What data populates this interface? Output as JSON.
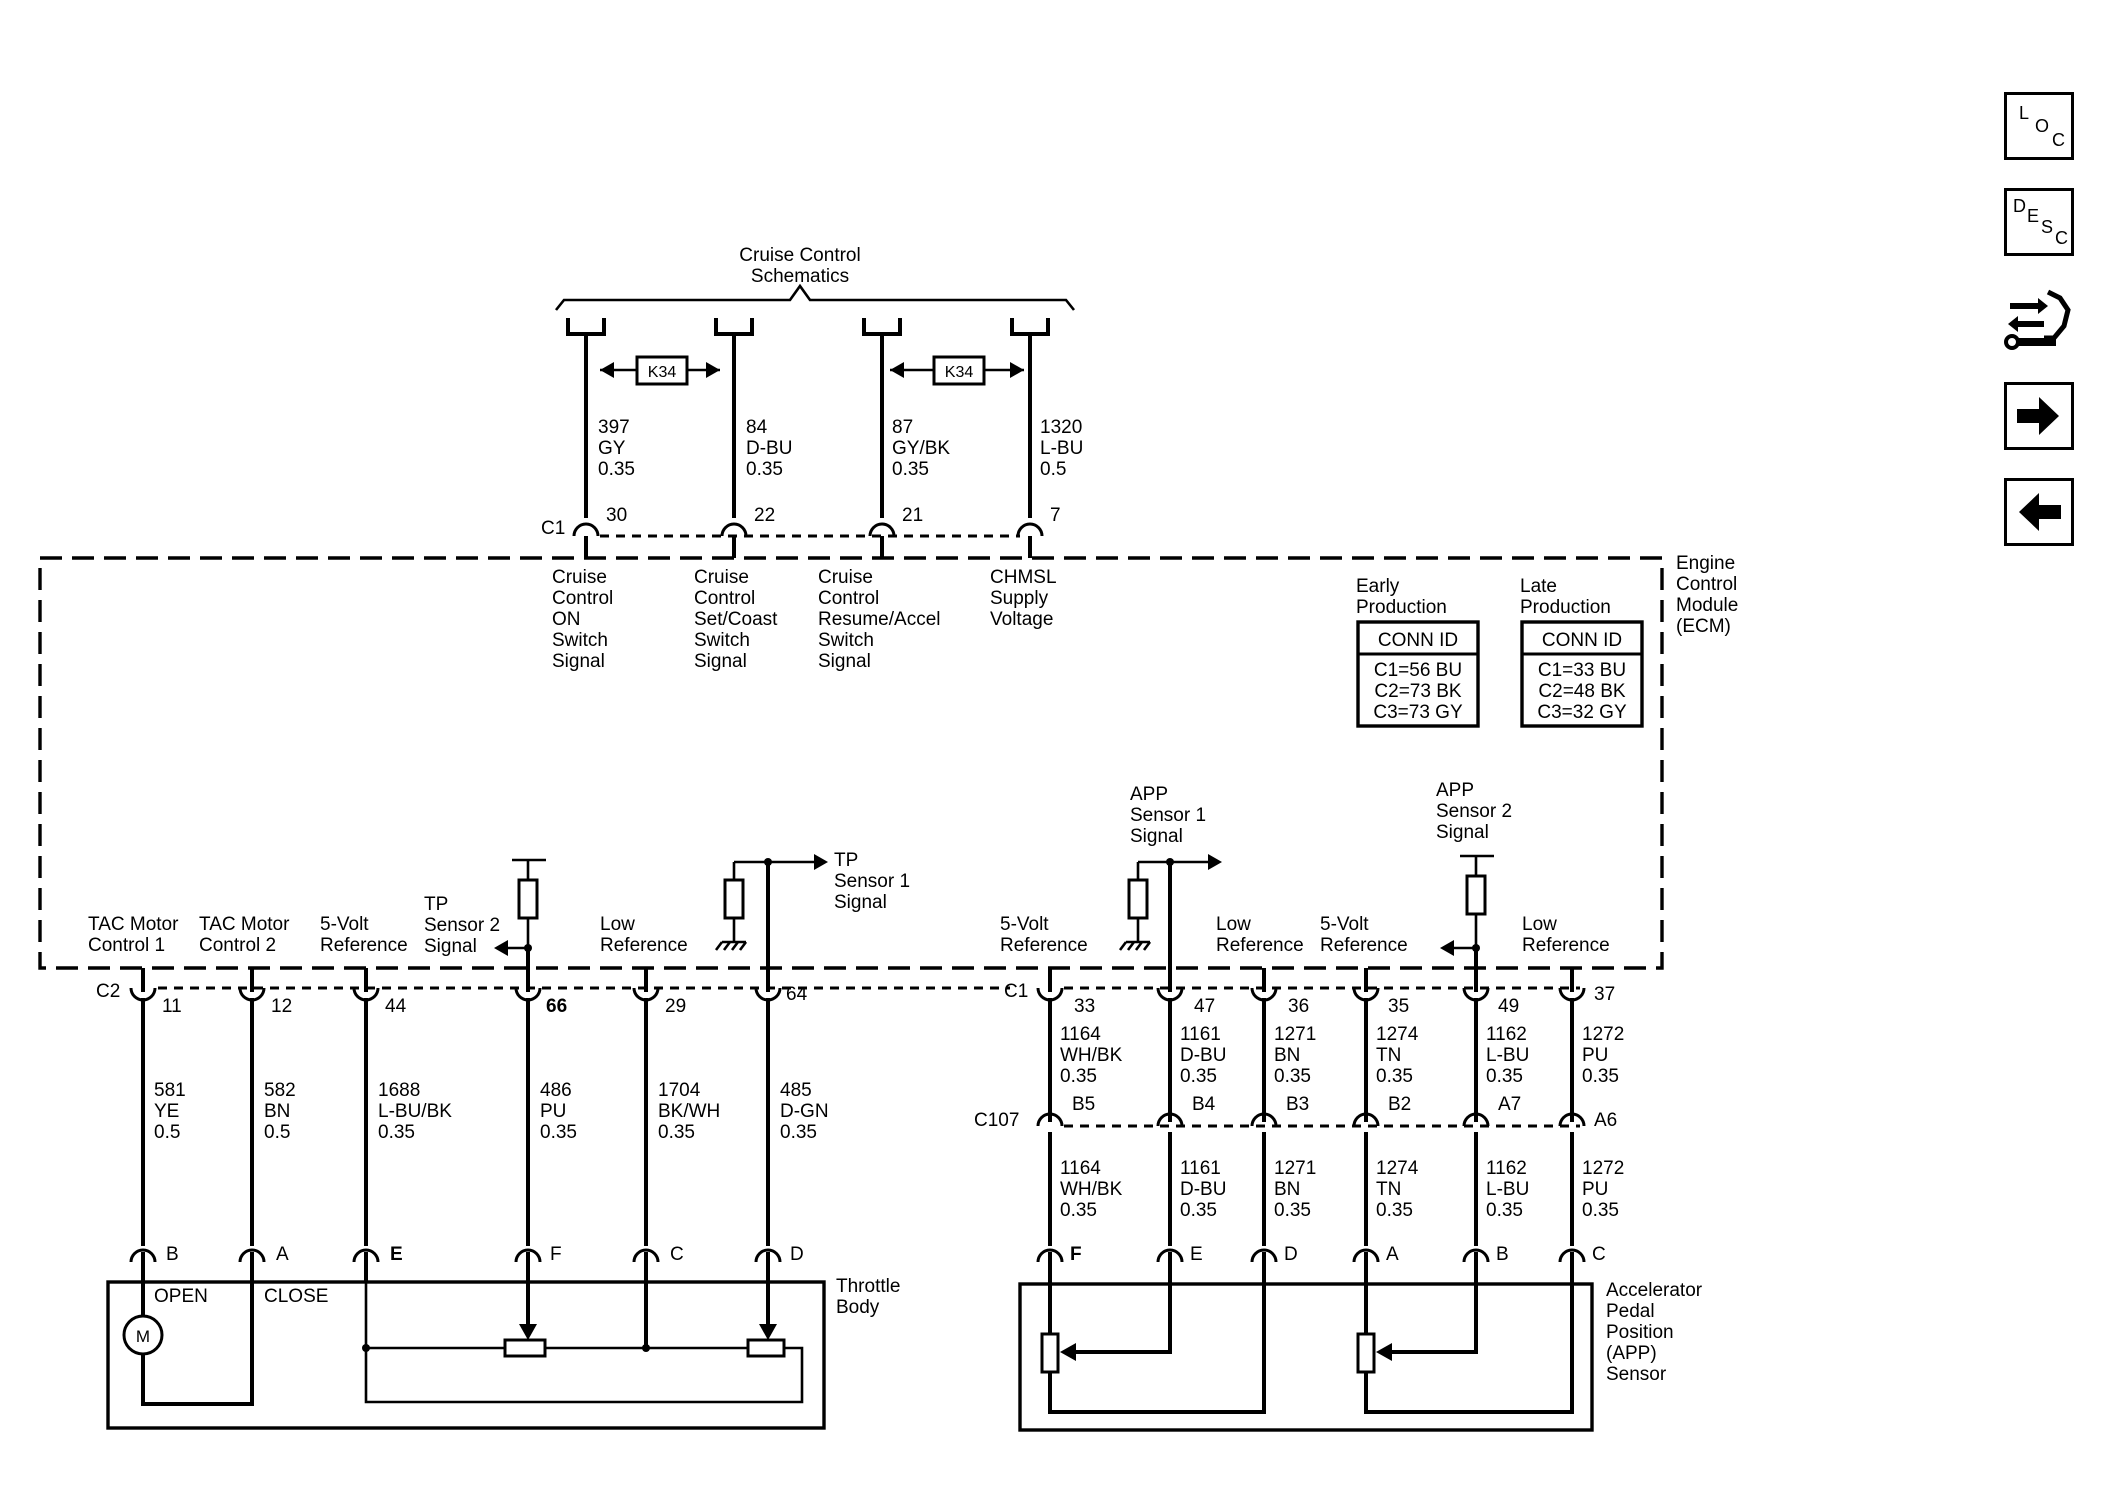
{
  "title": {
    "line1": "Cruise Control",
    "line2": "Schematics"
  },
  "k34": "K34",
  "ecm_label": [
    "Engine",
    "Control",
    "Module",
    "(ECM)"
  ],
  "c1_top": {
    "connector": "C1",
    "pins": [
      "30",
      "22",
      "21",
      "7"
    ]
  },
  "top_wires": [
    {
      "circuit": "397",
      "color": "GY",
      "gauge": "0.35"
    },
    {
      "circuit": "84",
      "color": "D-BU",
      "gauge": "0.35"
    },
    {
      "circuit": "87",
      "color": "GY/BK",
      "gauge": "0.35"
    },
    {
      "circuit": "1320",
      "color": "L-BU",
      "gauge": "0.5"
    }
  ],
  "top_signals": [
    [
      "Cruise",
      "Control",
      "ON",
      "Switch",
      "Signal"
    ],
    [
      "Cruise",
      "Control",
      "Set/Coast",
      "Switch",
      "Signal"
    ],
    [
      "Cruise",
      "Control",
      "Resume/Accel",
      "Switch",
      "Signal"
    ],
    [
      "CHMSL",
      "Supply",
      "Voltage"
    ]
  ],
  "conn_tables": [
    {
      "heading": [
        "Early",
        "Production"
      ],
      "title": "CONN ID",
      "rows": [
        "C1=56 BU",
        "C2=73 BK",
        "C3=73 GY"
      ]
    },
    {
      "heading": [
        "Late",
        "Production"
      ],
      "title": "CONN ID",
      "rows": [
        "C1=33 BU",
        "C2=48 BK",
        "C3=32 GY"
      ]
    }
  ],
  "left_signals": {
    "tac1": [
      "TAC Motor",
      "Control 1"
    ],
    "tac2": [
      "TAC Motor",
      "Control 2"
    ],
    "ref5v": [
      "5-Volt",
      "Reference"
    ],
    "tp2": [
      "TP",
      "Sensor 2",
      "Signal"
    ],
    "lowref": [
      "Low",
      "Reference"
    ],
    "tp1": [
      "TP",
      "Sensor 1",
      "Signal"
    ]
  },
  "c2": {
    "connector": "C2",
    "pins": [
      "11",
      "12",
      "44",
      "66",
      "29",
      "64"
    ]
  },
  "left_wires": [
    {
      "circuit": "581",
      "color": "YE",
      "gauge": "0.5"
    },
    {
      "circuit": "582",
      "color": "BN",
      "gauge": "0.5"
    },
    {
      "circuit": "1688",
      "color": "L-BU/BK",
      "gauge": "0.35"
    },
    {
      "circuit": "486",
      "color": "PU",
      "gauge": "0.35"
    },
    {
      "circuit": "1704",
      "color": "BK/WH",
      "gauge": "0.35"
    },
    {
      "circuit": "485",
      "color": "D-GN",
      "gauge": "0.35"
    }
  ],
  "throttle_pins": [
    "B",
    "A",
    "E",
    "F",
    "C",
    "D"
  ],
  "throttle_body": {
    "label": [
      "Throttle",
      "Body"
    ],
    "open": "OPEN",
    "close": "CLOSE",
    "motor": "M"
  },
  "right_signals": {
    "app1": [
      "APP",
      "Sensor 1",
      "Signal"
    ],
    "ref5v_a": [
      "5-Volt",
      "Reference"
    ],
    "lowref_a": [
      "Low",
      "Reference"
    ],
    "ref5v_b": [
      "5-Volt",
      "Reference"
    ],
    "app2": [
      "APP",
      "Sensor 2",
      "Signal"
    ],
    "lowref_b": [
      "Low",
      "Reference"
    ]
  },
  "c1_bottom": {
    "connector": "C1",
    "pins": [
      "33",
      "47",
      "36",
      "35",
      "49",
      "37"
    ]
  },
  "right_wires_upper": [
    {
      "circuit": "1164",
      "color": "WH/BK",
      "gauge": "0.35"
    },
    {
      "circuit": "1161",
      "color": "D-BU",
      "gauge": "0.35"
    },
    {
      "circuit": "1271",
      "color": "BN",
      "gauge": "0.35"
    },
    {
      "circuit": "1274",
      "color": "TN",
      "gauge": "0.35"
    },
    {
      "circuit": "1162",
      "color": "L-BU",
      "gauge": "0.35"
    },
    {
      "circuit": "1272",
      "color": "PU",
      "gauge": "0.35"
    }
  ],
  "c107": {
    "connector": "C107",
    "pins": [
      "B5",
      "B4",
      "B3",
      "B2",
      "A7",
      "A6"
    ]
  },
  "right_wires_lower": [
    {
      "circuit": "1164",
      "color": "WH/BK",
      "gauge": "0.35"
    },
    {
      "circuit": "1161",
      "color": "D-BU",
      "gauge": "0.35"
    },
    {
      "circuit": "1271",
      "color": "BN",
      "gauge": "0.35"
    },
    {
      "circuit": "1274",
      "color": "TN",
      "gauge": "0.35"
    },
    {
      "circuit": "1162",
      "color": "L-BU",
      "gauge": "0.35"
    },
    {
      "circuit": "1272",
      "color": "PU",
      "gauge": "0.35"
    }
  ],
  "app_pins": [
    "F",
    "E",
    "D",
    "A",
    "B",
    "C"
  ],
  "app_sensor_label": [
    "Accelerator",
    "Pedal",
    "Position",
    "(APP)",
    "Sensor"
  ],
  "nav": {
    "loc": [
      "L",
      "O",
      "C"
    ],
    "desc": [
      "D",
      "E",
      "S",
      "C"
    ],
    "icons": [
      "connector-view-icon",
      "next-arrow-icon",
      "previous-arrow-icon"
    ]
  }
}
